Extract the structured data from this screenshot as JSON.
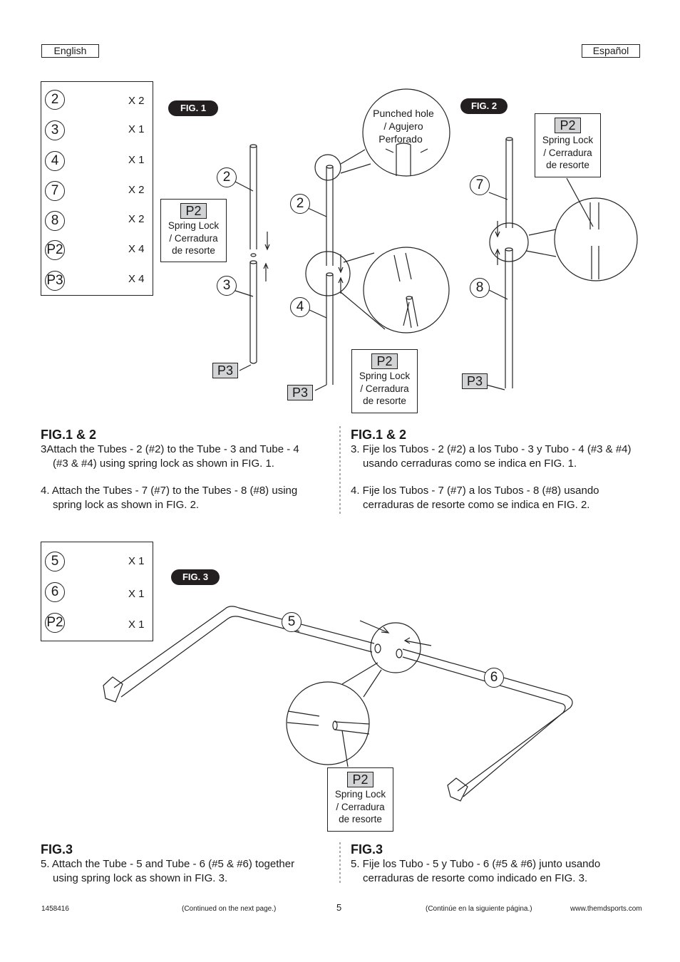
{
  "header": {
    "left_lang": "English",
    "right_lang": "Español"
  },
  "parts_top": [
    {
      "id": "2",
      "qty": "X 2"
    },
    {
      "id": "3",
      "qty": "X 1"
    },
    {
      "id": "4",
      "qty": "X 1"
    },
    {
      "id": "7",
      "qty": "X 2"
    },
    {
      "id": "8",
      "qty": "X 2"
    },
    {
      "id": "P2",
      "qty": "X 4"
    },
    {
      "id": "P3",
      "qty": "X 4"
    }
  ],
  "parts_bottom": [
    {
      "id": "5",
      "qty": "X 1"
    },
    {
      "id": "6",
      "qty": "X 1"
    },
    {
      "id": "P2",
      "qty": "X 1"
    }
  ],
  "fig_labels": {
    "fig1": "FIG. 1",
    "fig2": "FIG. 2",
    "fig3": "FIG. 3"
  },
  "spring_lock": {
    "tag": "P2",
    "line1": "Spring Lock",
    "line2": "/ Cerradura",
    "line3": "de resorte"
  },
  "punched": {
    "line1": "Punched hole",
    "line2": "/ Agujero",
    "line3": "Perforado"
  },
  "diagram_labels": {
    "p3": "P3",
    "n2": "2",
    "n3": "3",
    "n4": "4",
    "n5": "5",
    "n6": "6",
    "n7": "7",
    "n8": "8"
  },
  "instructions": {
    "en_12": {
      "heading": "FIG.1 & 2",
      "step3_a": "3Attach the Tubes - 2 (#2) to the Tube - 3 and Tube - 4",
      "step3_b": "(#3 & #4) using spring lock as shown in FIG. 1.",
      "step4_a": "4. Attach the Tubes - 7 (#7) to the Tubes - 8 (#8) using",
      "step4_b": "spring lock as shown in FIG. 2."
    },
    "es_12": {
      "heading": "FIG.1 & 2",
      "step3_a": "3. Fije los Tubos - 2 (#2) a los Tubo - 3 y Tubo - 4 (#3 & #4)",
      "step3_b": "usando cerraduras como se indica en FIG. 1.",
      "step4_a": "4. Fije los Tubos - 7 (#7) a los Tubos - 8 (#8) usando",
      "step4_b": "cerraduras de resorte como se indica en FIG. 2."
    },
    "en_3": {
      "heading": "FIG.3",
      "step5_a": "5. Attach the Tube - 5 and Tube - 6 (#5 & #6) together",
      "step5_b": "using spring lock as shown in FIG. 3."
    },
    "es_3": {
      "heading": "FIG.3",
      "step5_a": "5. Fije los Tubo - 5 y Tubo - 6 (#5 & #6) junto usando",
      "step5_b": "cerraduras de resorte como indicado en FIG. 3."
    }
  },
  "footer": {
    "model": "1458416",
    "continued_en": "(Continued on the next page.)",
    "page": "5",
    "continued_es": "(Continúe en la siguiente página.)",
    "website": "www.themdsports.com"
  }
}
